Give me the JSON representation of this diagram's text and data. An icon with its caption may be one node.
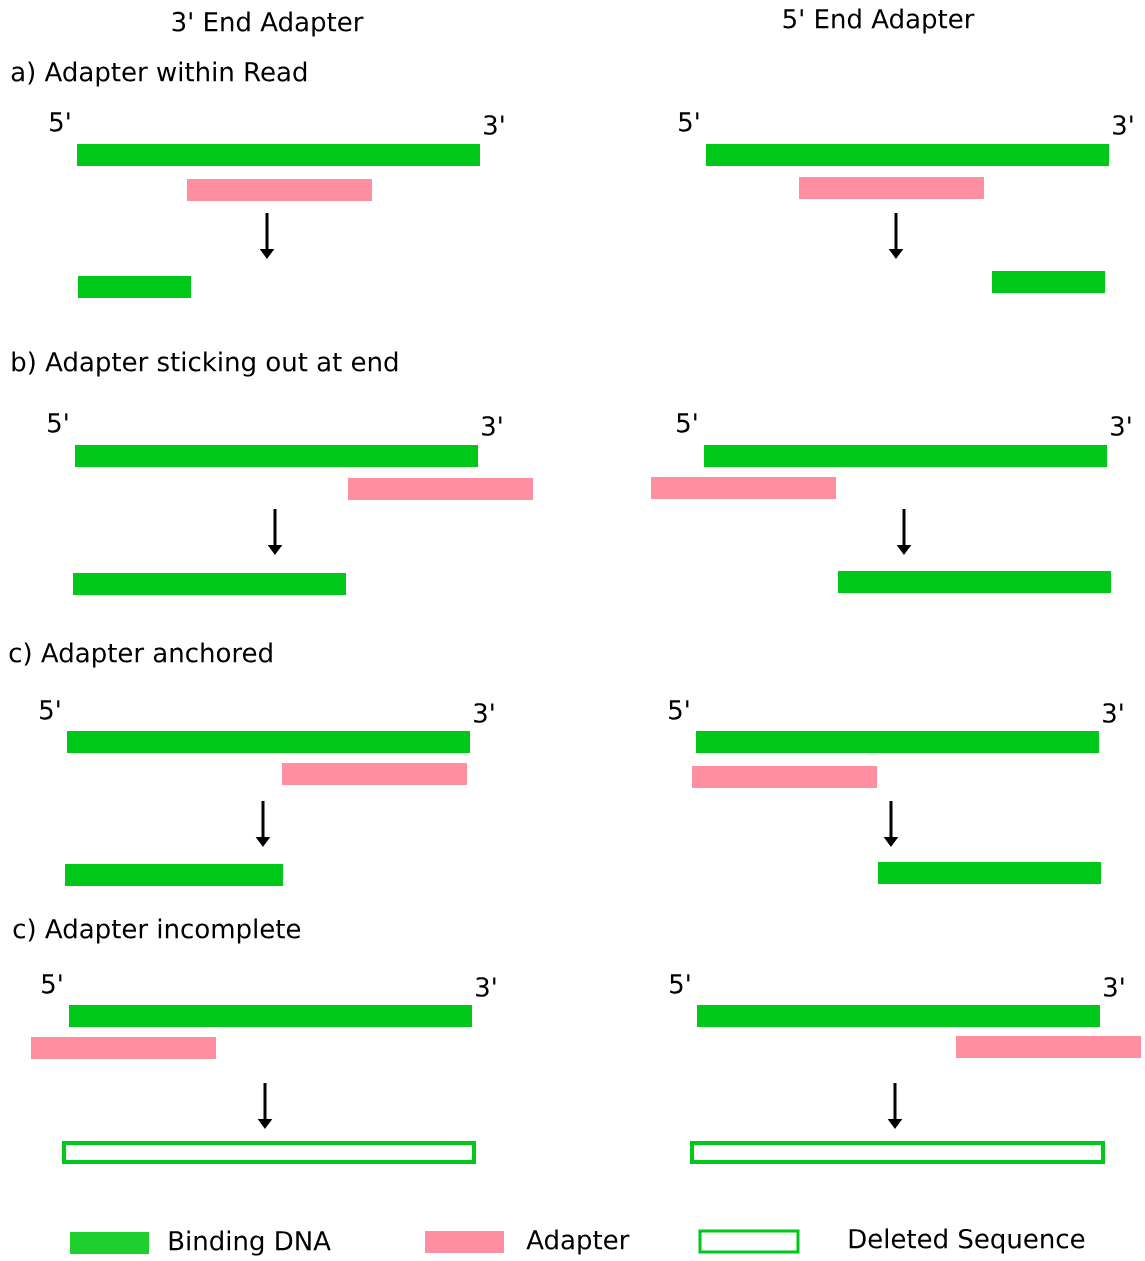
{
  "diagram": {
    "labels": [
      "3' End Adapter",
      "5' End Adapter",
      "a) Adapter within Read",
      "5'",
      "3'",
      "5'",
      "3'",
      "b) Adapter sticking out at end",
      "5'",
      "3'",
      "5'",
      "3'",
      "c) Adapter anchored",
      "5'",
      "3'",
      "5'",
      "3'",
      "c) Adapter incomplete",
      "5'",
      "3'",
      "5'",
      "3'"
    ],
    "legend": [
      {
        "text": "Binding DNA",
        "color": "#1ecf2e"
      },
      {
        "text": "Adapter",
        "color": "#ff8fa0"
      },
      {
        "text": "Deleted Sequence"
      }
    ]
  }
}
